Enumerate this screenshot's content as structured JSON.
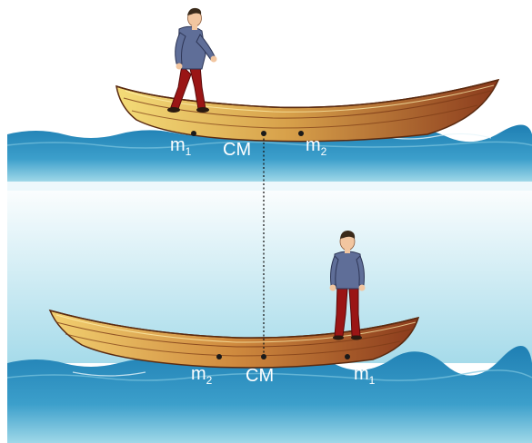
{
  "colors": {
    "sky_top": "#ffffff",
    "sky_bottom": "#9fd8e8",
    "water_dark": "#1f7fb3",
    "water_mid": "#46a8cf",
    "water_light": "#bfe6f0",
    "hull_light": "#f2d873",
    "hull_dark": "#8a3a1c",
    "shirt": "#5f6e98",
    "pants": "#9a1515",
    "skin": "#f2c6a0",
    "hair": "#3a2a1a",
    "dot": "#1a1a1a"
  },
  "top_scene": {
    "labels": {
      "mass1": {
        "base": "m",
        "sub": "1"
      },
      "center": "CM",
      "mass2": {
        "base": "m",
        "sub": "2"
      }
    }
  },
  "bottom_scene": {
    "labels": {
      "mass2": {
        "base": "m",
        "sub": "2"
      },
      "center": "CM",
      "mass1": {
        "base": "m",
        "sub": "1"
      }
    }
  }
}
